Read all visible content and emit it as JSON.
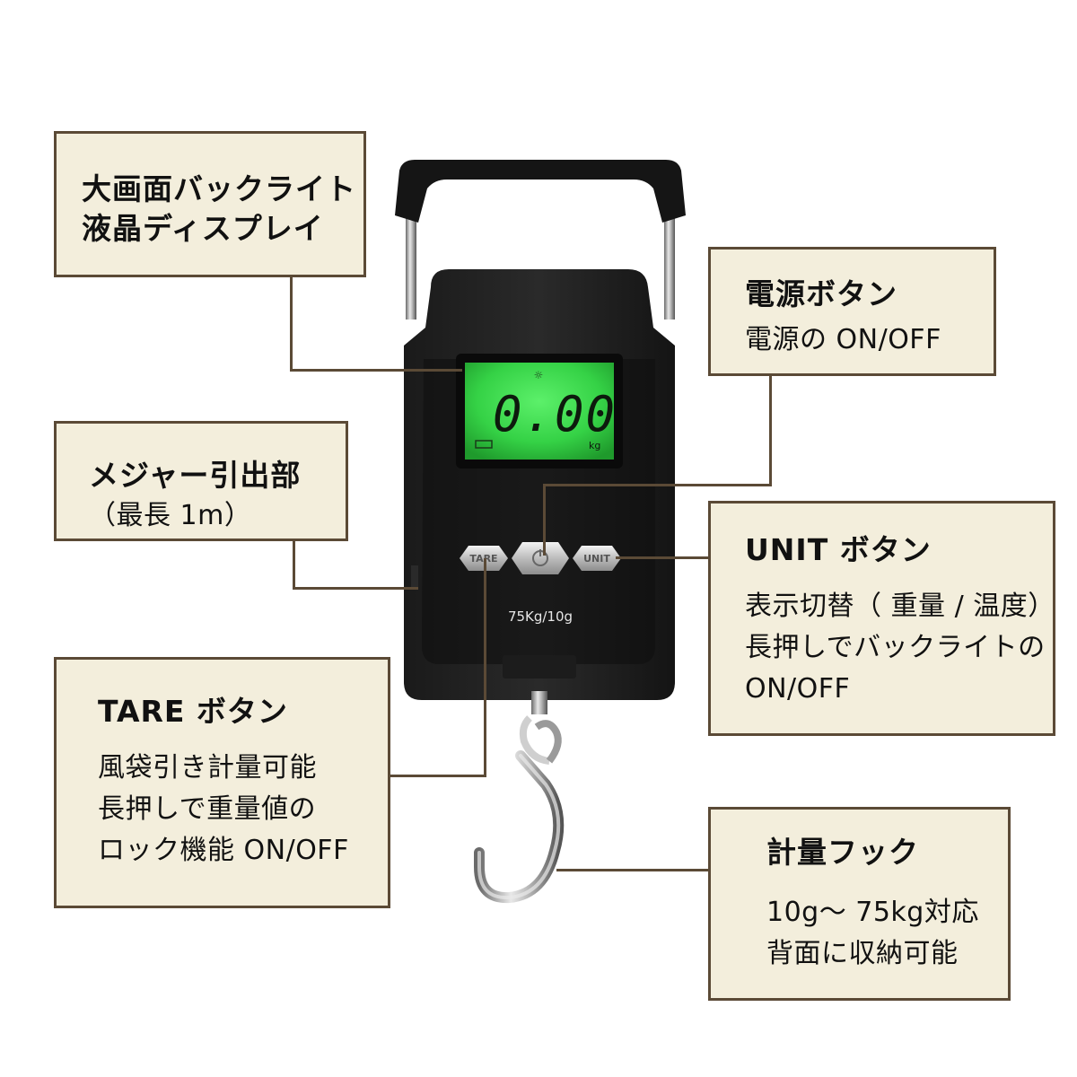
{
  "callouts": {
    "display": {
      "title_line1": "大画面バックライト",
      "title_line2": "液晶ディスプレイ"
    },
    "power": {
      "title": "電源ボタン",
      "desc": "電源の ON/OFF"
    },
    "measure": {
      "title": "メジャー引出部",
      "desc": "（最長 1m）"
    },
    "unit": {
      "title": "UNIT ボタン",
      "desc_line1": "表示切替（ 重量 / 温度）",
      "desc_line2": "長押しでバックライトの",
      "desc_line3": "ON/OFF"
    },
    "tare": {
      "title": "TARE ボタン",
      "desc_line1": "風袋引き計量可能",
      "desc_line2": "長押しで重量値の",
      "desc_line3": "ロック機能 ON/OFF"
    },
    "hook": {
      "title": "計量フック",
      "desc_line1": "10g～ 75kg対応",
      "desc_line2": "背面に収納可能"
    }
  },
  "device": {
    "lcd_value": "0.00",
    "lcd_unit": "kg",
    "tare_label": "TARE",
    "unit_label": "UNIT",
    "capacity_label": "75Kg/10g"
  },
  "colors": {
    "callout_bg": "#f3eedc",
    "callout_border": "#5b4a36",
    "lcd_green": "#3bd44a",
    "body": "#111111"
  }
}
